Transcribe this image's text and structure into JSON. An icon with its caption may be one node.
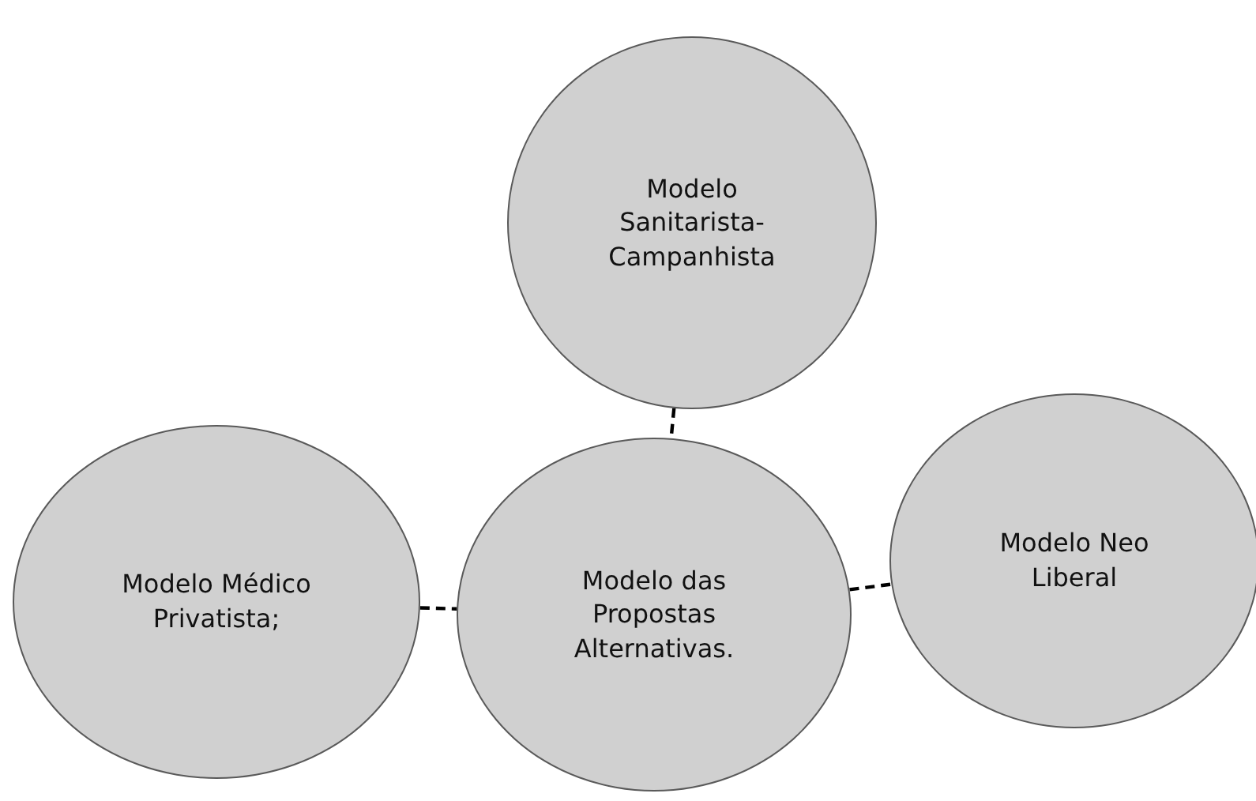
{
  "diagram": {
    "nodes": [
      {
        "text": [
          "Modelo Sanitarista-Campanhista"
        ]
      },
      {
        "text": [
          "Modelo Médico Privatista;"
        ]
      },
      {
        "text": [
          "Modelo das Propostas Alternativas."
        ]
      },
      {
        "text": [
          "Modelo Neo Liberal"
        ]
      }
    ],
    "edges": [
      {
        "from": 0,
        "to": 2,
        "arrow": "none",
        "style": "dashed"
      },
      {
        "from": 1,
        "to": 2,
        "arrow": "none",
        "style": "dashed"
      },
      {
        "from": 2,
        "to": 3,
        "arrow": "none",
        "style": "dashed"
      }
    ]
  }
}
